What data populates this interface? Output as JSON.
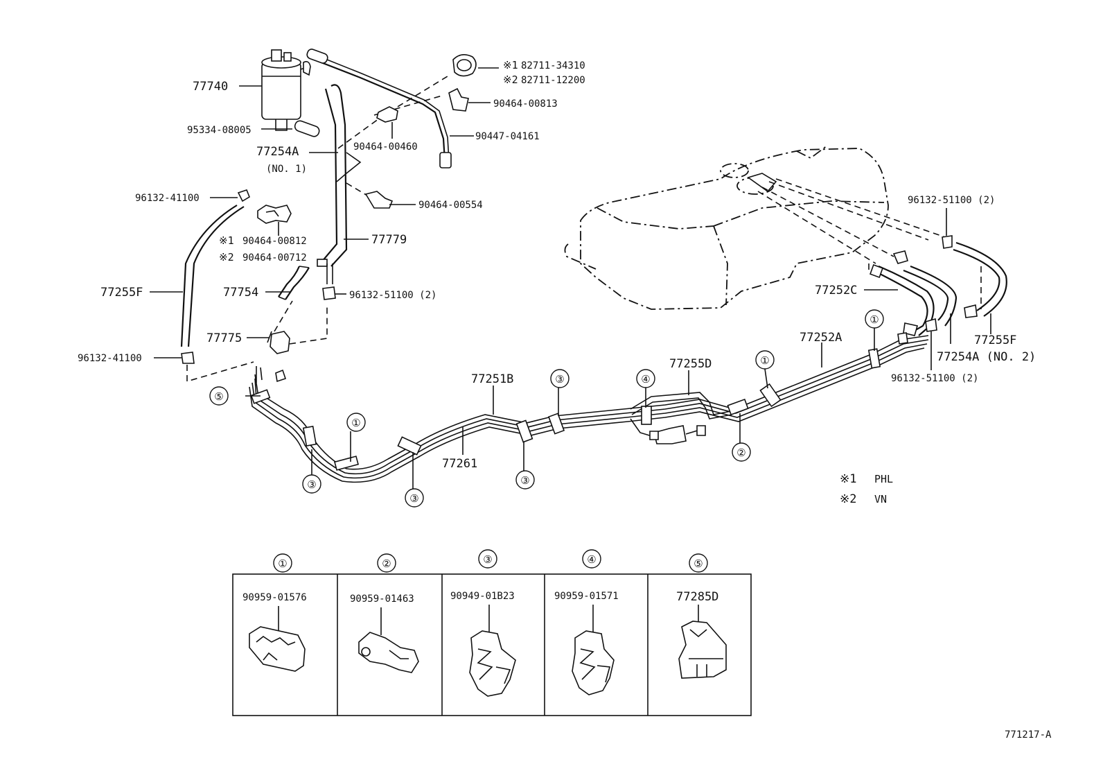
{
  "labels": {
    "p77740": "77740",
    "p95334": "95334-08005",
    "p77254a": "77254A",
    "p77254a_sub": "(NO. 1)",
    "p96132_41100_top": "96132-41100",
    "p90464_00812": "90464-00812",
    "p90464_00712": "90464-00712",
    "p77255f_left": "77255F",
    "p77754": "77754",
    "p77775": "77775",
    "p96132_41100_bot": "96132-41100",
    "p82711_34310": "82711-34310",
    "p82711_12200": "82711-12200",
    "p90464_00813": "90464-00813",
    "p90464_00460": "90464-00460",
    "p90447_04161": "90447-04161",
    "p90464_00554": "90464-00554",
    "p77779": "77779",
    "p96132_51100_mid": "96132-51100 (2)",
    "p96132_51100_tank": "96132-51100 (2)",
    "p77252c": "77252C",
    "p77255f_right": "77255F",
    "p77254a_right": "77254A (NO. 2)",
    "p96132_51100_right": "96132-51100 (2)",
    "p77252a": "77252A",
    "p77255d": "77255D",
    "p77251b": "77251B",
    "p77261": "77261",
    "mark1": "※1",
    "mark2": "※2",
    "legend1_mark": "※1",
    "legend1_text": "PHL",
    "legend2_mark": "※2",
    "legend2_text": "VN",
    "diagram_id": "771217-A"
  },
  "circled": {
    "c1": "①",
    "c2": "②",
    "c3": "③",
    "c4": "④",
    "c5": "⑤"
  },
  "clamp_table": [
    {
      "index": "①",
      "part_no": "90959-01576"
    },
    {
      "index": "②",
      "part_no": "90959-01463"
    },
    {
      "index": "③",
      "part_no": "90949-01B23"
    },
    {
      "index": "④",
      "part_no": "90959-01571"
    },
    {
      "index": "⑤",
      "part_no": "77285D"
    }
  ]
}
